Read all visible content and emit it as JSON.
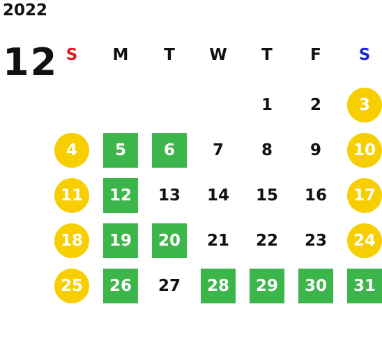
{
  "year": "2022",
  "month": "12",
  "weekdays": [
    "S",
    "M",
    "T",
    "W",
    "T",
    "F",
    "S"
  ],
  "colors": {
    "weekend": "#f7cf00",
    "highlight": "#3cb54a",
    "sunday_header": "#e01818",
    "saturday_header": "#1a2ad6"
  },
  "weeks": [
    [
      null,
      null,
      null,
      null,
      {
        "d": "1",
        "s": "plain"
      },
      {
        "d": "2",
        "s": "plain"
      },
      {
        "d": "3",
        "s": "weekend"
      }
    ],
    [
      {
        "d": "4",
        "s": "weekend"
      },
      {
        "d": "5",
        "s": "green"
      },
      {
        "d": "6",
        "s": "green"
      },
      {
        "d": "7",
        "s": "plain"
      },
      {
        "d": "8",
        "s": "plain"
      },
      {
        "d": "9",
        "s": "plain"
      },
      {
        "d": "10",
        "s": "weekend"
      }
    ],
    [
      {
        "d": "11",
        "s": "weekend"
      },
      {
        "d": "12",
        "s": "green"
      },
      {
        "d": "13",
        "s": "plain"
      },
      {
        "d": "14",
        "s": "plain"
      },
      {
        "d": "15",
        "s": "plain"
      },
      {
        "d": "16",
        "s": "plain"
      },
      {
        "d": "17",
        "s": "weekend"
      }
    ],
    [
      {
        "d": "18",
        "s": "weekend"
      },
      {
        "d": "19",
        "s": "green"
      },
      {
        "d": "20",
        "s": "green"
      },
      {
        "d": "21",
        "s": "plain"
      },
      {
        "d": "22",
        "s": "plain"
      },
      {
        "d": "23",
        "s": "plain"
      },
      {
        "d": "24",
        "s": "weekend"
      }
    ],
    [
      {
        "d": "25",
        "s": "weekend"
      },
      {
        "d": "26",
        "s": "green"
      },
      {
        "d": "27",
        "s": "plain"
      },
      {
        "d": "28",
        "s": "green"
      },
      {
        "d": "29",
        "s": "green"
      },
      {
        "d": "30",
        "s": "green"
      },
      {
        "d": "31",
        "s": "green"
      }
    ]
  ]
}
